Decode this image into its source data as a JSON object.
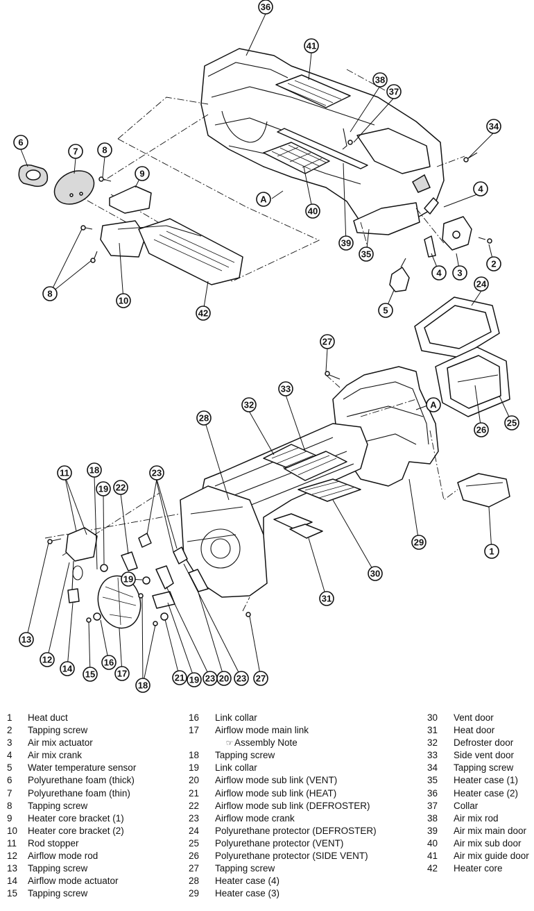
{
  "legend": {
    "columns": [
      [
        {
          "num": "1",
          "label": "Heat duct"
        },
        {
          "num": "2",
          "label": "Tapping screw"
        },
        {
          "num": "3",
          "label": "Air mix actuator"
        },
        {
          "num": "4",
          "label": "Air mix crank"
        },
        {
          "num": "5",
          "label": "Water temperature sensor"
        },
        {
          "num": "6",
          "label": "Polyurethane foam (thick)"
        },
        {
          "num": "7",
          "label": "Polyurethane foam (thin)"
        },
        {
          "num": "8",
          "label": "Tapping screw"
        },
        {
          "num": "9",
          "label": "Heater core bracket (1)"
        },
        {
          "num": "10",
          "label": "Heater core bracket (2)"
        },
        {
          "num": "11",
          "label": "Rod stopper"
        },
        {
          "num": "12",
          "label": "Airflow mode rod"
        },
        {
          "num": "13",
          "label": "Tapping screw"
        },
        {
          "num": "14",
          "label": "Airflow mode actuator"
        },
        {
          "num": "15",
          "label": "Tapping screw"
        }
      ],
      [
        {
          "num": "16",
          "label": "Link collar"
        },
        {
          "num": "17",
          "label": "Airflow mode main link"
        },
        {
          "num": "",
          "label": "Assembly Note",
          "note": true
        },
        {
          "num": "18",
          "label": "Tapping screw"
        },
        {
          "num": "19",
          "label": "Link collar"
        },
        {
          "num": "20",
          "label": "Airflow mode sub link (VENT)"
        },
        {
          "num": "21",
          "label": "Airflow mode sub link (HEAT)"
        },
        {
          "num": "22",
          "label": "Airflow mode sub link (DEFROSTER)"
        },
        {
          "num": "23",
          "label": "Airflow mode crank"
        },
        {
          "num": "24",
          "label": "Polyurethane protector (DEFROSTER)"
        },
        {
          "num": "25",
          "label": "Polyurethane protector (VENT)"
        },
        {
          "num": "26",
          "label": "Polyurethane protector (SIDE VENT)"
        },
        {
          "num": "27",
          "label": "Tapping screw"
        },
        {
          "num": "28",
          "label": "Heater case (4)"
        },
        {
          "num": "29",
          "label": "Heater case (3)"
        }
      ],
      [
        {
          "num": "30",
          "label": "Vent door"
        },
        {
          "num": "31",
          "label": "Heat door"
        },
        {
          "num": "32",
          "label": "Defroster door"
        },
        {
          "num": "33",
          "label": "Side vent door"
        },
        {
          "num": "34",
          "label": "Tapping screw"
        },
        {
          "num": "35",
          "label": "Heater case (1)"
        },
        {
          "num": "36",
          "label": "Heater case (2)"
        },
        {
          "num": "37",
          "label": "Collar"
        },
        {
          "num": "38",
          "label": "Air mix rod"
        },
        {
          "num": "39",
          "label": "Air mix main door"
        },
        {
          "num": "40",
          "label": "Air mix sub door"
        },
        {
          "num": "41",
          "label": "Air mix guide door"
        },
        {
          "num": "42",
          "label": "Heater core"
        }
      ]
    ],
    "note_icon": "pointing-hand-icon"
  },
  "callouts": [
    "1",
    "2",
    "3",
    "4",
    "5",
    "6",
    "7",
    "8",
    "9",
    "10",
    "11",
    "12",
    "13",
    "14",
    "15",
    "16",
    "17",
    "18",
    "19",
    "20",
    "21",
    "22",
    "23",
    "24",
    "25",
    "26",
    "27",
    "28",
    "29",
    "30",
    "31",
    "32",
    "33",
    "34",
    "35",
    "36",
    "37",
    "38",
    "39",
    "40",
    "41",
    "42",
    "A"
  ]
}
